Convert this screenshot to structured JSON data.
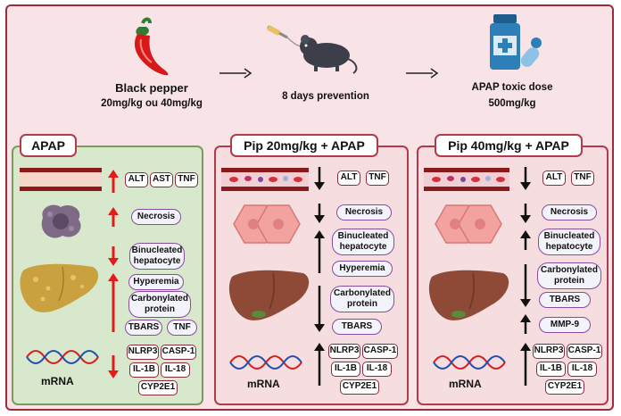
{
  "top": {
    "pepper_label": "Black pepper",
    "pepper_dose": "20mg/kg ou 40mg/kg",
    "prevention_label": "8 days prevention",
    "apap_label": "APAP toxic dose",
    "apap_dose": "500mg/kg"
  },
  "panels": {
    "apap": {
      "title": "APAP",
      "blood_tags": [
        "ALT",
        "AST",
        "TNF"
      ],
      "necrosis": "Necrosis",
      "binucleated": "Binucleated hepatocyte",
      "hyperemia": "Hyperemia",
      "carbonylated": "Carbonylated protein",
      "tbars": "TBARS",
      "tnf": "TNF",
      "mrna_label": "mRNA",
      "mrna_tags": [
        "NLRP3",
        "CASP-1",
        "IL-1B",
        "IL-18",
        "CYP2E1"
      ],
      "arrow_color": "#e21a1a"
    },
    "pip20": {
      "title": "Pip 20mg/kg + APAP",
      "blood_tags": [
        "ALT",
        "TNF"
      ],
      "necrosis": "Necrosis",
      "binucleated": "Binucleated hepatocyte",
      "hyperemia": "Hyperemia",
      "carbonylated": "Carbonylated protein",
      "tbars": "TBARS",
      "mrna_label": "mRNA",
      "mrna_tags": [
        "NLRP3",
        "CASP-1",
        "IL-1B",
        "IL-18",
        "CYP2E1"
      ],
      "arrow_color": "#111111"
    },
    "pip40": {
      "title": "Pip 40mg/kg + APAP",
      "blood_tags": [
        "ALT",
        "TNF"
      ],
      "necrosis": "Necrosis",
      "binucleated": "Binucleated hepatocyte",
      "carbonylated": "Carbonylated protein",
      "tbars": "TBARS",
      "mmp9": "MMP-9",
      "mrna_label": "mRNA",
      "mrna_tags": [
        "NLRP3",
        "CASP-1",
        "IL-1B",
        "IL-18",
        "CYP2E1"
      ],
      "arrow_color": "#111111"
    }
  },
  "colors": {
    "frame": "#9e2a3c",
    "apap_panel": "#d8e8cc",
    "pip_panel": "#f5dde0",
    "pill_border": "#8a4aa0"
  }
}
